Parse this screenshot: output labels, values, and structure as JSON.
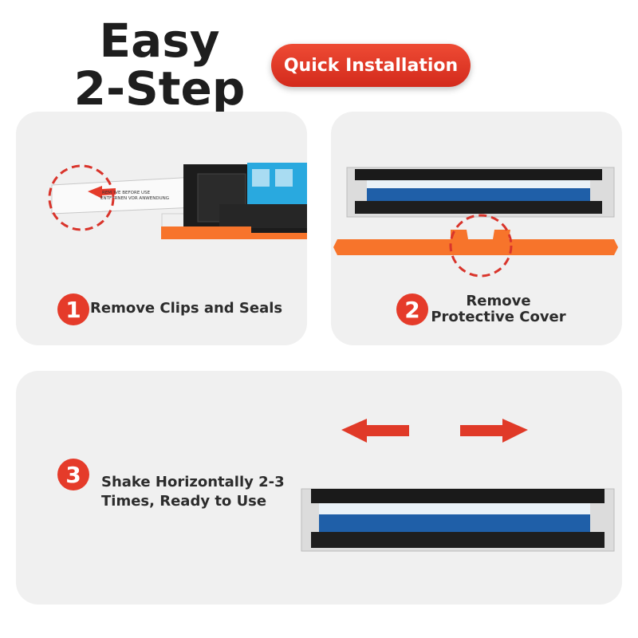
{
  "header": {
    "title_line1": "Easy",
    "title_line2": "2-Step",
    "badge": "Quick Installation"
  },
  "steps": [
    {
      "number": "1",
      "text": "Remove Clips and Seals"
    },
    {
      "number": "2",
      "text_line1": "Remove",
      "text_line2": "Protective Cover"
    },
    {
      "number": "3",
      "text_line1": "Shake Horizontally 2-3",
      "text_line2": "Times, Ready to Use"
    }
  ],
  "seal_label": {
    "line1": "REMOVE BEFORE USE",
    "line2": "ENTFERNEN VOR ANWENDUNG"
  },
  "colors": {
    "accent_red": "#e53b2a",
    "panel_bg": "#f0f0f0",
    "drum_blue": "#1f5fa8",
    "cover_orange": "#f7742b",
    "cyan_label": "#29a9df"
  },
  "icons": [
    "left-arrow-icon",
    "right-arrow-icon",
    "dashed-circle-icon"
  ]
}
